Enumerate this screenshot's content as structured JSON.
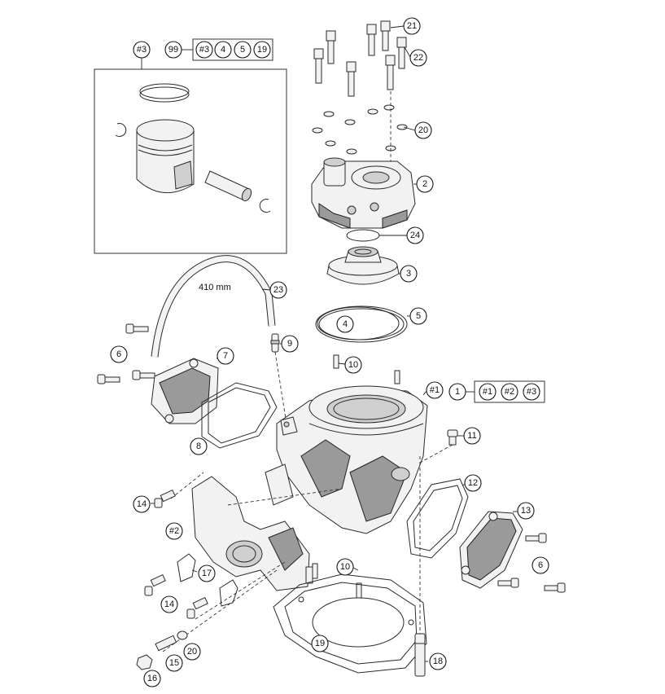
{
  "callouts": {
    "kit_3": "#3",
    "c99": "99",
    "group_3": "#3",
    "group_4": "4",
    "group_5": "5",
    "group_19": "19",
    "c21": "21",
    "c22": "22",
    "c20_top": "20",
    "c2": "2",
    "c24": "24",
    "c3": "3",
    "c23": "23",
    "c5": "5",
    "c4": "4",
    "c9": "9",
    "c6_left": "6",
    "c7": "7",
    "c10_top": "10",
    "c1_assy": "#1",
    "c1": "1",
    "group_1": "#1",
    "group_2": "#2",
    "group_3b": "#3",
    "c8": "8",
    "c11": "11",
    "c12": "12",
    "c13": "13",
    "c14_top": "14",
    "c2_assy": "#2",
    "c6_right": "6",
    "c10_bottom": "10",
    "c17": "17",
    "c14_bottom": "14",
    "c19": "19",
    "c20_bottom": "20",
    "c18": "18",
    "c15": "15",
    "c16": "16"
  },
  "dimension_label": "410 mm",
  "colors": {
    "line": "#2a2a2a",
    "fill": "#f2f2f2",
    "shade": "#9a9a9a",
    "background": "#ffffff"
  }
}
